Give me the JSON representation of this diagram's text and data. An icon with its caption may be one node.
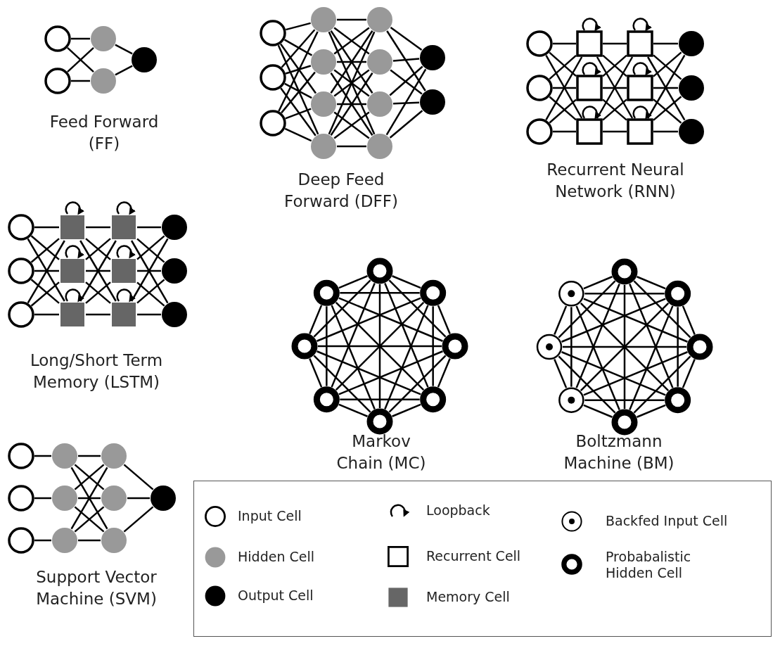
{
  "diagram": {
    "nodes": [
      {
        "text": [],
        "shape": "circle"
      },
      {
        "text": [],
        "shape": "circle"
      },
      {
        "text": [],
        "shape": "circle"
      },
      {
        "text": [],
        "shape": "circle"
      },
      {
        "text": [],
        "shape": "circle"
      },
      {
        "text": [],
        "shape": "circle"
      },
      {
        "text": [],
        "shape": "circle"
      },
      {
        "text": [],
        "shape": "circle"
      },
      {
        "text": [],
        "shape": "circle"
      },
      {
        "text": [],
        "shape": "circle"
      },
      {
        "text": [],
        "shape": "circle"
      },
      {
        "text": [],
        "shape": "circle"
      },
      {
        "text": [],
        "shape": "circle"
      },
      {
        "text": [],
        "shape": "circle"
      },
      {
        "text": [],
        "shape": "circle"
      },
      {
        "text": [],
        "shape": "circle"
      },
      {
        "text": [],
        "shape": "circle"
      },
      {
        "text": [],
        "shape": "circle"
      },
      {
        "text": [],
        "shape": "circle"
      },
      {
        "text": [],
        "shape": "circle"
      },
      {
        "text": [],
        "shape": "circle"
      },
      {
        "text": [],
        "shape": "box"
      },
      {
        "text": [],
        "shape": "box"
      },
      {
        "text": [],
        "shape": "box"
      },
      {
        "text": [],
        "shape": "box"
      },
      {
        "text": [],
        "shape": "box"
      },
      {
        "text": [],
        "shape": "box"
      },
      {
        "text": [],
        "shape": "circle"
      },
      {
        "text": [],
        "shape": "circle"
      },
      {
        "text": [],
        "shape": "circle"
      },
      {
        "text": [],
        "shape": "circle"
      },
      {
        "text": [],
        "shape": "circle"
      },
      {
        "text": [],
        "shape": "circle"
      },
      {
        "text": [],
        "shape": "box"
      },
      {
        "text": [],
        "shape": "box"
      },
      {
        "text": [],
        "shape": "box"
      },
      {
        "text": [],
        "shape": "box"
      },
      {
        "text": [],
        "shape": "box"
      },
      {
        "text": [],
        "shape": "box"
      },
      {
        "text": [],
        "shape": "circle"
      },
      {
        "text": [],
        "shape": "circle"
      },
      {
        "text": [],
        "shape": "circle"
      },
      {
        "text": [],
        "shape": "circle"
      },
      {
        "text": [],
        "shape": "circle"
      },
      {
        "text": [],
        "shape": "circle"
      },
      {
        "text": [],
        "shape": "circle"
      },
      {
        "text": [],
        "shape": "circle"
      },
      {
        "text": [],
        "shape": "circle"
      },
      {
        "text": [],
        "shape": "circle"
      },
      {
        "text": [],
        "shape": "circle"
      },
      {
        "text": [],
        "shape": "circle"
      },
      {
        "text": [],
        "shape": "circle"
      },
      {
        "text": [],
        "shape": "circle"
      },
      {
        "text": [],
        "shape": "circle"
      },
      {
        "text": [],
        "shape": "circle"
      },
      {
        "text": [],
        "shape": "circle"
      },
      {
        "text": [],
        "shape": "circle"
      },
      {
        "text": [],
        "shape": "circle"
      },
      {
        "text": [],
        "shape": "circle"
      },
      {
        "text": [],
        "shape": "circle"
      },
      {
        "text": [],
        "shape": "circle"
      },
      {
        "text": [],
        "shape": "circle"
      },
      {
        "text": [],
        "shape": "circle"
      },
      {
        "text": [],
        "shape": "circle"
      },
      {
        "text": [],
        "shape": "circle"
      },
      {
        "text": [],
        "shape": "circle"
      },
      {
        "text": [],
        "shape": "circle"
      },
      {
        "text": [],
        "shape": "circle"
      }
    ],
    "edges": [
      {
        "from": 0,
        "to": 2,
        "arrow": "none"
      },
      {
        "from": 0,
        "to": 3,
        "arrow": "none"
      },
      {
        "from": 1,
        "to": 2,
        "arrow": "none"
      },
      {
        "from": 1,
        "to": 3,
        "arrow": "none"
      },
      {
        "from": 2,
        "to": 4,
        "arrow": "none"
      },
      {
        "from": 3,
        "to": 4,
        "arrow": "none"
      },
      {
        "from": 5,
        "to": 8,
        "arrow": "none"
      },
      {
        "from": 5,
        "to": 9,
        "arrow": "none"
      },
      {
        "from": 5,
        "to": 10,
        "arrow": "none"
      },
      {
        "from": 5,
        "to": 11,
        "arrow": "none"
      },
      {
        "from": 6,
        "to": 8,
        "arrow": "none"
      },
      {
        "from": 6,
        "to": 9,
        "arrow": "none"
      },
      {
        "from": 6,
        "to": 10,
        "arrow": "none"
      },
      {
        "from": 6,
        "to": 11,
        "arrow": "none"
      },
      {
        "from": 7,
        "to": 8,
        "arrow": "none"
      },
      {
        "from": 7,
        "to": 9,
        "arrow": "none"
      },
      {
        "from": 7,
        "to": 10,
        "arrow": "none"
      },
      {
        "from": 7,
        "to": 11,
        "arrow": "none"
      },
      {
        "from": 8,
        "to": 12,
        "arrow": "none"
      },
      {
        "from": 8,
        "to": 13,
        "arrow": "none"
      },
      {
        "from": 8,
        "to": 14,
        "arrow": "none"
      },
      {
        "from": 8,
        "to": 15,
        "arrow": "none"
      },
      {
        "from": 9,
        "to": 12,
        "arrow": "none"
      },
      {
        "from": 9,
        "to": 13,
        "arrow": "none"
      },
      {
        "from": 9,
        "to": 14,
        "arrow": "none"
      },
      {
        "from": 9,
        "to": 15,
        "arrow": "none"
      },
      {
        "from": 10,
        "to": 12,
        "arrow": "none"
      },
      {
        "from": 10,
        "to": 13,
        "arrow": "none"
      },
      {
        "from": 10,
        "to": 14,
        "arrow": "none"
      },
      {
        "from": 10,
        "to": 15,
        "arrow": "none"
      },
      {
        "from": 11,
        "to": 12,
        "arrow": "none"
      },
      {
        "from": 11,
        "to": 13,
        "arrow": "none"
      },
      {
        "from": 11,
        "to": 14,
        "arrow": "none"
      },
      {
        "from": 11,
        "to": 15,
        "arrow": "none"
      },
      {
        "from": 12,
        "to": 16,
        "arrow": "none"
      },
      {
        "from": 12,
        "to": 17,
        "arrow": "none"
      },
      {
        "from": 13,
        "to": 16,
        "arrow": "none"
      },
      {
        "from": 13,
        "to": 17,
        "arrow": "none"
      },
      {
        "from": 14,
        "to": 16,
        "arrow": "none"
      },
      {
        "from": 14,
        "to": 17,
        "arrow": "none"
      },
      {
        "from": 15,
        "to": 16,
        "arrow": "none"
      },
      {
        "from": 15,
        "to": 17,
        "arrow": "none"
      },
      {
        "from": 18,
        "to": 21,
        "arrow": "none"
      },
      {
        "from": 18,
        "to": 22,
        "arrow": "none"
      },
      {
        "from": 18,
        "to": 23,
        "arrow": "none"
      },
      {
        "from": 19,
        "to": 21,
        "arrow": "none"
      },
      {
        "from": 19,
        "to": 22,
        "arrow": "none"
      },
      {
        "from": 19,
        "to": 23,
        "arrow": "none"
      },
      {
        "from": 20,
        "to": 21,
        "arrow": "none"
      },
      {
        "from": 20,
        "to": 22,
        "arrow": "none"
      },
      {
        "from": 20,
        "to": 23,
        "arrow": "none"
      },
      {
        "from": 21,
        "to": 24,
        "arrow": "none"
      },
      {
        "from": 21,
        "to": 25,
        "arrow": "none"
      },
      {
        "from": 21,
        "to": 26,
        "arrow": "none"
      },
      {
        "from": 22,
        "to": 24,
        "arrow": "none"
      },
      {
        "from": 22,
        "to": 25,
        "arrow": "none"
      },
      {
        "from": 22,
        "to": 26,
        "arrow": "none"
      },
      {
        "from": 23,
        "to": 24,
        "arrow": "none"
      },
      {
        "from": 23,
        "to": 25,
        "arrow": "none"
      },
      {
        "from": 23,
        "to": 26,
        "arrow": "none"
      },
      {
        "from": 24,
        "to": 27,
        "arrow": "none"
      },
      {
        "from": 24,
        "to": 28,
        "arrow": "none"
      },
      {
        "from": 24,
        "to": 29,
        "arrow": "none"
      },
      {
        "from": 25,
        "to": 27,
        "arrow": "none"
      },
      {
        "from": 25,
        "to": 28,
        "arrow": "none"
      },
      {
        "from": 25,
        "to": 29,
        "arrow": "none"
      },
      {
        "from": 26,
        "to": 27,
        "arrow": "none"
      },
      {
        "from": 26,
        "to": 28,
        "arrow": "none"
      },
      {
        "from": 26,
        "to": 29,
        "arrow": "none"
      },
      {
        "from": 21,
        "to": 21,
        "arrow": "to"
      },
      {
        "from": 22,
        "to": 22,
        "arrow": "to"
      },
      {
        "from": 23,
        "to": 23,
        "arrow": "to"
      },
      {
        "from": 24,
        "to": 24,
        "arrow": "to"
      },
      {
        "from": 25,
        "to": 25,
        "arrow": "to"
      },
      {
        "from": 26,
        "to": 26,
        "arrow": "to"
      },
      {
        "from": 30,
        "to": 33,
        "arrow": "none"
      },
      {
        "from": 30,
        "to": 34,
        "arrow": "none"
      },
      {
        "from": 30,
        "to": 35,
        "arrow": "none"
      },
      {
        "from": 31,
        "to": 33,
        "arrow": "none"
      },
      {
        "from": 31,
        "to": 34,
        "arrow": "none"
      },
      {
        "from": 31,
        "to": 35,
        "arrow": "none"
      },
      {
        "from": 32,
        "to": 33,
        "arrow": "none"
      },
      {
        "from": 32,
        "to": 34,
        "arrow": "none"
      },
      {
        "from": 32,
        "to": 35,
        "arrow": "none"
      },
      {
        "from": 33,
        "to": 36,
        "arrow": "none"
      },
      {
        "from": 33,
        "to": 37,
        "arrow": "none"
      },
      {
        "from": 33,
        "to": 38,
        "arrow": "none"
      },
      {
        "from": 34,
        "to": 36,
        "arrow": "none"
      },
      {
        "from": 34,
        "to": 37,
        "arrow": "none"
      },
      {
        "from": 34,
        "to": 38,
        "arrow": "none"
      },
      {
        "from": 35,
        "to": 36,
        "arrow": "none"
      },
      {
        "from": 35,
        "to": 37,
        "arrow": "none"
      },
      {
        "from": 35,
        "to": 38,
        "arrow": "none"
      },
      {
        "from": 36,
        "to": 39,
        "arrow": "none"
      },
      {
        "from": 36,
        "to": 40,
        "arrow": "none"
      },
      {
        "from": 36,
        "to": 41,
        "arrow": "none"
      },
      {
        "from": 37,
        "to": 39,
        "arrow": "none"
      },
      {
        "from": 37,
        "to": 40,
        "arrow": "none"
      },
      {
        "from": 37,
        "to": 41,
        "arrow": "none"
      },
      {
        "from": 38,
        "to": 39,
        "arrow": "none"
      },
      {
        "from": 38,
        "to": 40,
        "arrow": "none"
      },
      {
        "from": 38,
        "to": 41,
        "arrow": "none"
      },
      {
        "from": 33,
        "to": 33,
        "arrow": "to"
      },
      {
        "from": 34,
        "to": 34,
        "arrow": "to"
      },
      {
        "from": 35,
        "to": 35,
        "arrow": "to"
      },
      {
        "from": 36,
        "to": 36,
        "arrow": "to"
      },
      {
        "from": 37,
        "to": 37,
        "arrow": "to"
      },
      {
        "from": 38,
        "to": 38,
        "arrow": "to"
      },
      {
        "from": 42,
        "to": 43,
        "arrow": "none"
      },
      {
        "from": 42,
        "to": 44,
        "arrow": "none"
      },
      {
        "from": 42,
        "to": 45,
        "arrow": "none"
      },
      {
        "from": 42,
        "to": 46,
        "arrow": "none"
      },
      {
        "from": 42,
        "to": 47,
        "arrow": "none"
      },
      {
        "from": 42,
        "to": 48,
        "arrow": "none"
      },
      {
        "from": 42,
        "to": 49,
        "arrow": "none"
      },
      {
        "from": 43,
        "to": 44,
        "arrow": "none"
      },
      {
        "from": 43,
        "to": 45,
        "arrow": "none"
      },
      {
        "from": 43,
        "to": 46,
        "arrow": "none"
      },
      {
        "from": 43,
        "to": 47,
        "arrow": "none"
      },
      {
        "from": 43,
        "to": 48,
        "arrow": "none"
      },
      {
        "from": 43,
        "to": 49,
        "arrow": "none"
      },
      {
        "from": 44,
        "to": 45,
        "arrow": "none"
      },
      {
        "from": 44,
        "to": 46,
        "arrow": "none"
      },
      {
        "from": 44,
        "to": 47,
        "arrow": "none"
      },
      {
        "from": 44,
        "to": 48,
        "arrow": "none"
      },
      {
        "from": 44,
        "to": 49,
        "arrow": "none"
      },
      {
        "from": 45,
        "to": 46,
        "arrow": "none"
      },
      {
        "from": 45,
        "to": 47,
        "arrow": "none"
      },
      {
        "from": 45,
        "to": 48,
        "arrow": "none"
      },
      {
        "from": 45,
        "to": 49,
        "arrow": "none"
      },
      {
        "from": 46,
        "to": 47,
        "arrow": "none"
      },
      {
        "from": 46,
        "to": 48,
        "arrow": "none"
      },
      {
        "from": 46,
        "to": 49,
        "arrow": "none"
      },
      {
        "from": 47,
        "to": 48,
        "arrow": "none"
      },
      {
        "from": 47,
        "to": 49,
        "arrow": "none"
      },
      {
        "from": 48,
        "to": 49,
        "arrow": "none"
      },
      {
        "from": 50,
        "to": 51,
        "arrow": "none"
      },
      {
        "from": 50,
        "to": 52,
        "arrow": "none"
      },
      {
        "from": 50,
        "to": 53,
        "arrow": "none"
      },
      {
        "from": 50,
        "to": 54,
        "arrow": "none"
      },
      {
        "from": 50,
        "to": 55,
        "arrow": "none"
      },
      {
        "from": 50,
        "to": 56,
        "arrow": "none"
      },
      {
        "from": 50,
        "to": 57,
        "arrow": "none"
      },
      {
        "from": 51,
        "to": 52,
        "arrow": "none"
      },
      {
        "from": 51,
        "to": 53,
        "arrow": "none"
      },
      {
        "from": 51,
        "to": 54,
        "arrow": "none"
      },
      {
        "from": 51,
        "to": 55,
        "arrow": "none"
      },
      {
        "from": 51,
        "to": 56,
        "arrow": "none"
      },
      {
        "from": 51,
        "to": 57,
        "arrow": "none"
      },
      {
        "from": 52,
        "to": 53,
        "arrow": "none"
      },
      {
        "from": 52,
        "to": 54,
        "arrow": "none"
      },
      {
        "from": 52,
        "to": 55,
        "arrow": "none"
      },
      {
        "from": 52,
        "to": 56,
        "arrow": "none"
      },
      {
        "from": 52,
        "to": 57,
        "arrow": "none"
      },
      {
        "from": 53,
        "to": 54,
        "arrow": "none"
      },
      {
        "from": 53,
        "to": 55,
        "arrow": "none"
      },
      {
        "from": 53,
        "to": 56,
        "arrow": "none"
      },
      {
        "from": 53,
        "to": 57,
        "arrow": "none"
      },
      {
        "from": 54,
        "to": 55,
        "arrow": "none"
      },
      {
        "from": 54,
        "to": 56,
        "arrow": "none"
      },
      {
        "from": 54,
        "to": 57,
        "arrow": "none"
      },
      {
        "from": 55,
        "to": 56,
        "arrow": "none"
      },
      {
        "from": 55,
        "to": 57,
        "arrow": "none"
      },
      {
        "from": 56,
        "to": 57,
        "arrow": "none"
      },
      {
        "from": 58,
        "to": 61,
        "arrow": "none"
      },
      {
        "from": 59,
        "to": 62,
        "arrow": "none"
      },
      {
        "from": 60,
        "to": 63,
        "arrow": "none"
      },
      {
        "from": 61,
        "to": 64,
        "arrow": "none"
      },
      {
        "from": 61,
        "to": 65,
        "arrow": "none"
      },
      {
        "from": 61,
        "to": 66,
        "arrow": "none"
      },
      {
        "from": 62,
        "to": 64,
        "arrow": "none"
      },
      {
        "from": 62,
        "to": 65,
        "arrow": "none"
      },
      {
        "from": 62,
        "to": 66,
        "arrow": "none"
      },
      {
        "from": 63,
        "to": 64,
        "arrow": "none"
      },
      {
        "from": 63,
        "to": 65,
        "arrow": "none"
      },
      {
        "from": 63,
        "to": 66,
        "arrow": "none"
      },
      {
        "from": 64,
        "to": 67,
        "arrow": "none"
      },
      {
        "from": 65,
        "to": 67,
        "arrow": "none"
      },
      {
        "from": 66,
        "to": 67,
        "arrow": "none"
      }
    ],
    "labels": [
      "Feed Forward (FF)",
      "Deep Feed Forward (DFF)",
      "Recurrent Neural Network (RNN)",
      "Long/Short Term Memory (LSTM)",
      "Markov Chain (MC)",
      "Boltzmann Machine (BM)",
      "Support Vector Machine (SVM)"
    ],
    "legend": [
      {
        "text": "Input Cell"
      },
      {
        "text": "Hidden Cell",
        "color": "#999999"
      },
      {
        "text": "Output Cell",
        "color": "#000000"
      },
      {
        "text": "Loopback"
      },
      {
        "text": "Recurrent Cell"
      },
      {
        "text": "Memory Cell",
        "color": "#666666"
      },
      {
        "text": "Backfed Input Cell"
      },
      {
        "text": "Probabalistic Hidden Cell"
      }
    ]
  }
}
